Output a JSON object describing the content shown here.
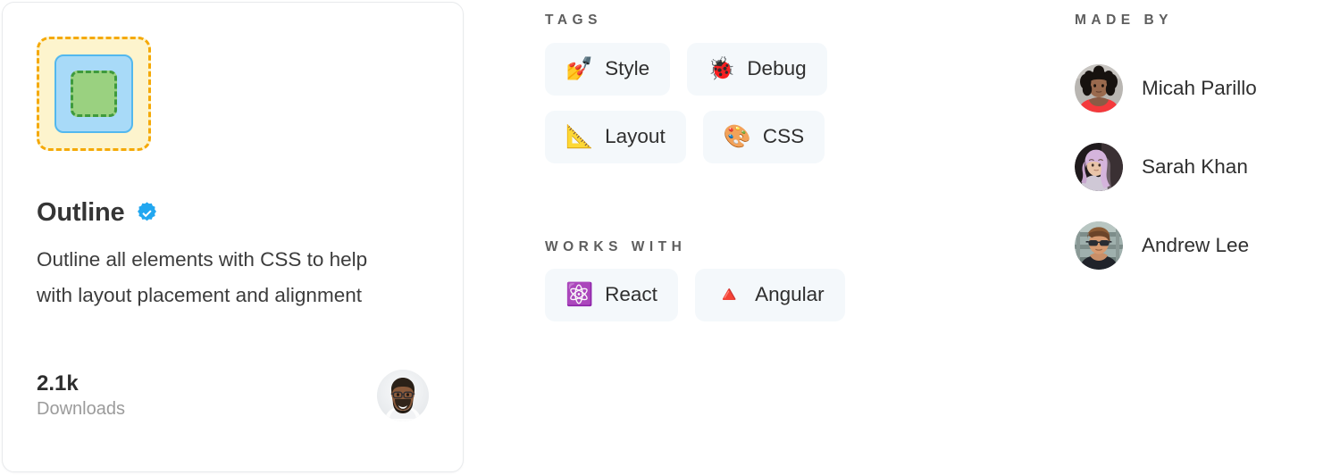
{
  "extension": {
    "icon_name": "nested-outline-boxes-icon",
    "title": "Outline",
    "verified": true,
    "verified_icon": "verified-badge-icon",
    "description": "Outline all elements with CSS to help with layout placement and alignment",
    "stat_value": "2.1k",
    "stat_label": "Downloads",
    "owner_avatar_name": "owner-avatar"
  },
  "tags_section": {
    "heading": "TAGS",
    "items": [
      {
        "emoji": "💅",
        "icon_name": "nail-polish-icon",
        "label": "Style"
      },
      {
        "emoji": "🐞",
        "icon_name": "ladybug-icon",
        "label": "Debug"
      },
      {
        "emoji": "📐",
        "icon_name": "triangle-ruler-icon",
        "label": "Layout"
      },
      {
        "emoji": "🎨",
        "icon_name": "artist-palette-icon",
        "label": "CSS"
      }
    ]
  },
  "works_with_section": {
    "heading": "WORKS WITH",
    "items": [
      {
        "emoji": "⚛️",
        "icon_name": "react-atom-icon",
        "label": "React"
      },
      {
        "emoji": "🔺",
        "icon_name": "angular-triangle-icon",
        "label": "Angular"
      }
    ]
  },
  "made_by_section": {
    "heading": "MADE BY",
    "people": [
      {
        "name": "Micah Parillo",
        "avatar_name": "avatar-micah-parillo"
      },
      {
        "name": "Sarah Khan",
        "avatar_name": "avatar-sarah-khan"
      },
      {
        "name": "Andrew Lee",
        "avatar_name": "avatar-andrew-lee"
      }
    ]
  },
  "colors": {
    "chip_bg": "#f4f8fb",
    "verified_blue": "#22a7f0",
    "icon_outer_fill": "#fdf4cd",
    "icon_outer_border": "#f5a907",
    "icon_mid_fill": "#a8daf8",
    "icon_mid_border": "#53b8ee",
    "icon_inner_fill": "#9ad180",
    "icon_inner_border": "#3f9a3c",
    "heading_grey": "#5e5e5e",
    "text_dark": "#2f2f2f",
    "muted_grey": "#9b9b9b"
  }
}
